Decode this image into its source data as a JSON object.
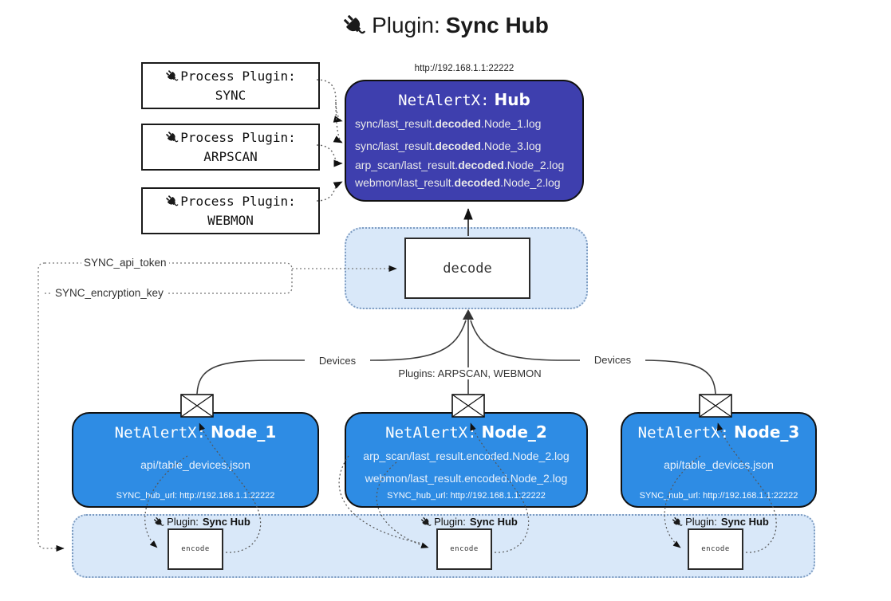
{
  "colors": {
    "hub_bg": "#3e3fae",
    "node_bg": "#2e8ce4",
    "panel_bg": "#d9e8f9",
    "panel_border": "#7d9cc2",
    "line_dark": "#3c3c3c"
  },
  "title": {
    "plugin_label": "Plugin:",
    "plugin_name": "Sync Hub"
  },
  "process_plugins": {
    "label": "Process Plugin:",
    "items": [
      "SYNC",
      "ARPSCAN",
      "WEBMON"
    ]
  },
  "hub": {
    "url": "http://192.168.1.1:22222",
    "brand": "NetAlertX:",
    "name": "Hub",
    "logs": [
      {
        "pre": "sync/last_result.",
        "bold": "decoded",
        "post": ".Node_1.log"
      },
      {
        "pre": "sync/last_result.",
        "bold": "decoded",
        "post": ".Node_3.log"
      },
      {
        "pre": "arp_scan/last_result.",
        "bold": "decoded",
        "post": ".Node_2.log"
      },
      {
        "pre": "webmon/last_result.",
        "bold": "decoded",
        "post": ".Node_2.log"
      }
    ]
  },
  "decode": {
    "label": "decode"
  },
  "tokens": {
    "api_token": "SYNC_api_token",
    "encryption_key": "SYNC_encryption_key"
  },
  "edges": {
    "devices_left": "Devices",
    "plugins_middle": "Plugins: ARPSCAN, WEBMON",
    "devices_right": "Devices"
  },
  "nodes": [
    {
      "brand": "NetAlertX:",
      "name": "Node_1",
      "lines": [
        "api/table_devices.json"
      ],
      "hub_url": "SYNC_hub_url: http://192.168.1.1:22222"
    },
    {
      "brand": "NetAlertX:",
      "name": "Node_2",
      "lines": [
        "arp_scan/last_result.encoded.Node_2.log",
        "webmon/last_result.encoded.Node_2.log"
      ],
      "hub_url": "SYNC_hub_url: http://192.168.1.1:22222"
    },
    {
      "brand": "NetAlertX:",
      "name": "Node_3",
      "lines": [
        "api/table_devices.json"
      ],
      "hub_url": "SYNC_hub_url: http://192.168.1.1:22222"
    }
  ],
  "encoder": {
    "plugin_label": "Plugin:",
    "plugin_name": "Sync Hub",
    "box_label": "encode"
  }
}
